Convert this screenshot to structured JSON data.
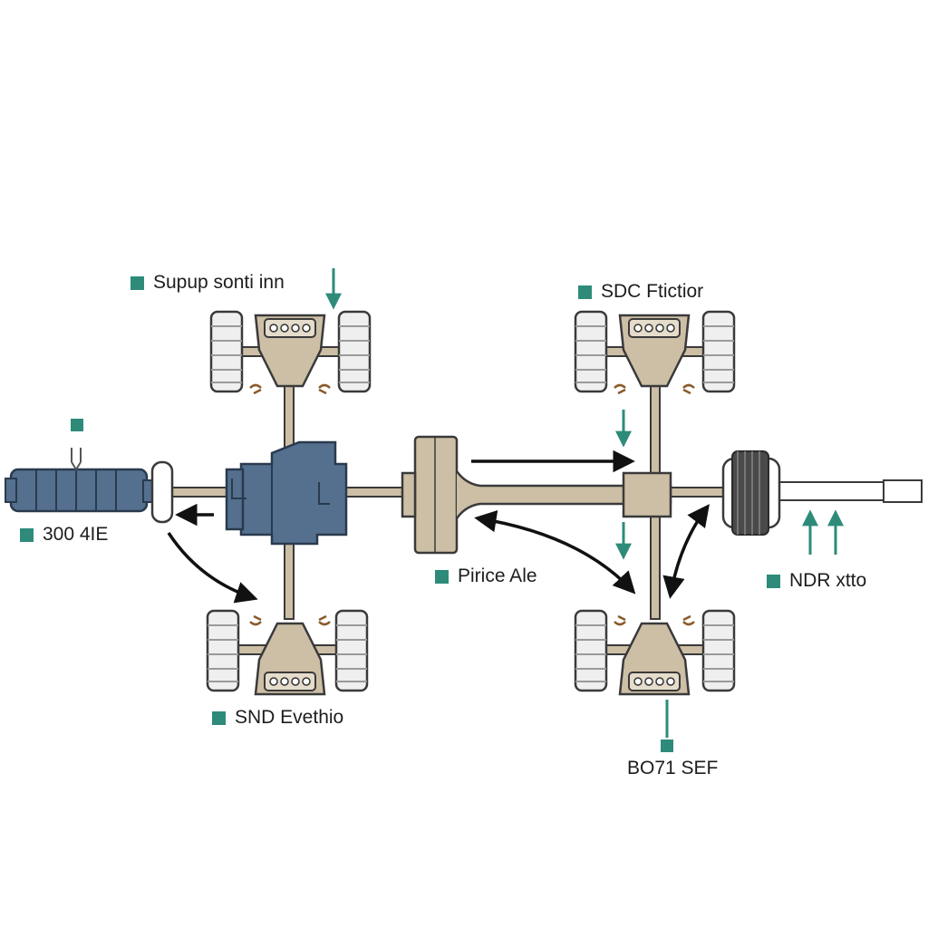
{
  "colors": {
    "accent": "#2e8b7a",
    "motor_blue": "#54708e",
    "frame_beige": "#cdbfa6",
    "outline": "#3a3a3a",
    "tire": "#efefef"
  },
  "labels": {
    "supup": "Supup sonti inn",
    "sdc": "SDC Ftictior",
    "label_300": "300 4IE",
    "pirice": "Pirice Ale",
    "ndr": "NDR xtto",
    "snd": "SND Evethio",
    "bo71": "BO71 SEF"
  }
}
